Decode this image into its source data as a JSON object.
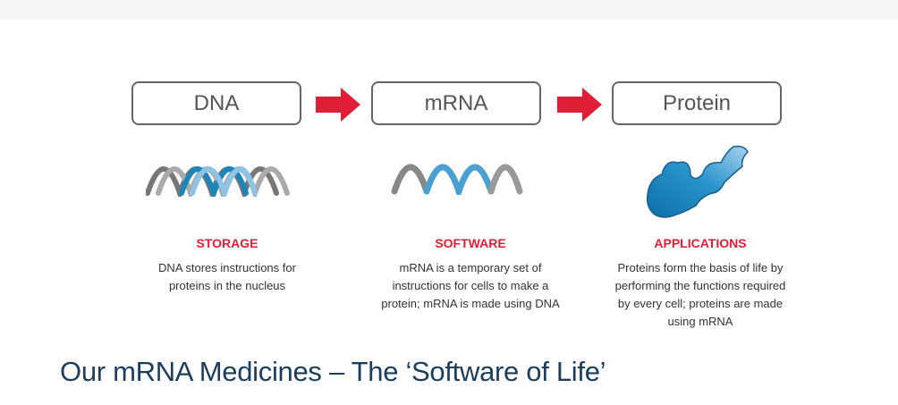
{
  "diagram": {
    "steps": [
      {
        "box": "DNA",
        "heading": "STORAGE",
        "description": "DNA stores instructions for proteins in the nucleus"
      },
      {
        "box": "mRNA",
        "heading": "SOFTWARE",
        "description": "mRNA is a temporary set of instructions for cells to make a protein; mRNA is made using DNA"
      },
      {
        "box": "Protein",
        "heading": "APPLICATIONS",
        "description": "Proteins form the basis of life by performing the functions required by every cell; proteins are made using mRNA"
      }
    ],
    "colors": {
      "arrow": "#e01e36",
      "heading": "#e01e36",
      "helix_blue": "#1a86b8",
      "helix_grey": "#7a7a7a"
    }
  },
  "page": {
    "title": "Our mRNA Medicines – The ‘Software of Life’"
  }
}
